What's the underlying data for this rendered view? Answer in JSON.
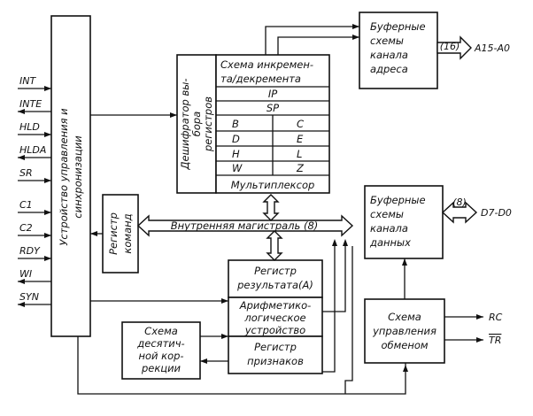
{
  "diagram": {
    "control_unit": {
      "line1": "Устройство управления и",
      "line2": "синхронизации"
    },
    "decoder": {
      "line1": "Дешифратор вы-",
      "line2": "бора",
      "line3": "регистров"
    },
    "register_file": {
      "incdec_line1": "Схема инкремен-",
      "incdec_line2": "та/декремента",
      "ip": "IP",
      "sp": "SP",
      "pairs": [
        [
          "B",
          "C"
        ],
        [
          "D",
          "E"
        ],
        [
          "H",
          "L"
        ],
        [
          "W",
          "Z"
        ]
      ],
      "mux": "Мультиплексор"
    },
    "addr_buffer": {
      "lines": [
        "Буферные",
        "схемы",
        "канала",
        "адреса"
      ]
    },
    "data_buffer": {
      "lines": [
        "Буферные",
        "схемы",
        "канала",
        "данных"
      ]
    },
    "instr_register": {
      "line1": "Регистр",
      "line2": "команд"
    },
    "internal_bus": "Внутренняя магистраль (8)",
    "result_register": {
      "line1": "Регистр",
      "line2": "результата(А)"
    },
    "alu": {
      "line1": "Арифметико-",
      "line2": "логическое",
      "line3": "устройство"
    },
    "flags_register": {
      "line1": "Регистр",
      "line2": "признаков"
    },
    "decimal_correction": {
      "lines": [
        "Схема",
        "десятич-",
        "ной кор-",
        "рекции"
      ]
    },
    "exchange_control": {
      "lines": [
        "Схема",
        "управления",
        "обменом"
      ]
    },
    "addr_bus": {
      "width": "(16)",
      "name": "A15-A0"
    },
    "data_bus": {
      "width": "(8)",
      "name": "D7-D0"
    },
    "control_outputs": [
      "RC",
      "TR"
    ],
    "left_signals": [
      "INT",
      "INTE",
      "HLD",
      "HLDA",
      "SR",
      "C1",
      "C2",
      "RDY",
      "WI",
      "SYN"
    ]
  }
}
